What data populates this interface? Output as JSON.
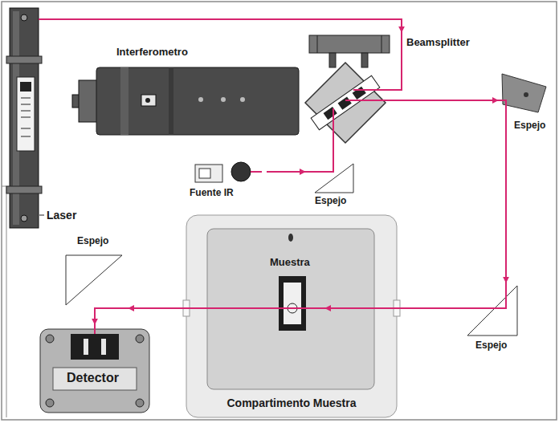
{
  "diagram": {
    "nodes": [
      {
        "text": [
          "Laser"
        ]
      },
      {
        "text": [
          "Interferometro"
        ]
      },
      {
        "text": [
          "Beamsplitter"
        ]
      },
      {
        "text": [
          "Espejo"
        ]
      },
      {
        "text": [
          "Fuente IR"
        ]
      },
      {
        "text": [
          "Espejo"
        ]
      },
      {
        "text": [
          "Compartimento Muestra"
        ]
      },
      {
        "text": [
          "Muestra"
        ],
        "in": 6
      },
      {
        "text": [
          "Espejo"
        ]
      },
      {
        "text": [
          "Espejo"
        ]
      },
      {
        "text": [
          "Detector"
        ]
      }
    ],
    "edges": [
      {
        "from": 0,
        "to": 2,
        "arrow": "to"
      },
      {
        "from": 4,
        "to": 5,
        "arrow": "to"
      },
      {
        "from": 5,
        "to": 2,
        "arrow": "none"
      },
      {
        "from": 2,
        "to": 3,
        "arrow": "to"
      },
      {
        "from": 3,
        "to": 8,
        "arrow": "to"
      },
      {
        "from": 8,
        "to": 7,
        "arrow": "to"
      },
      {
        "from": 7,
        "to": 9,
        "arrow": "to"
      },
      {
        "from": 9,
        "to": 10,
        "arrow": "to"
      }
    ]
  }
}
